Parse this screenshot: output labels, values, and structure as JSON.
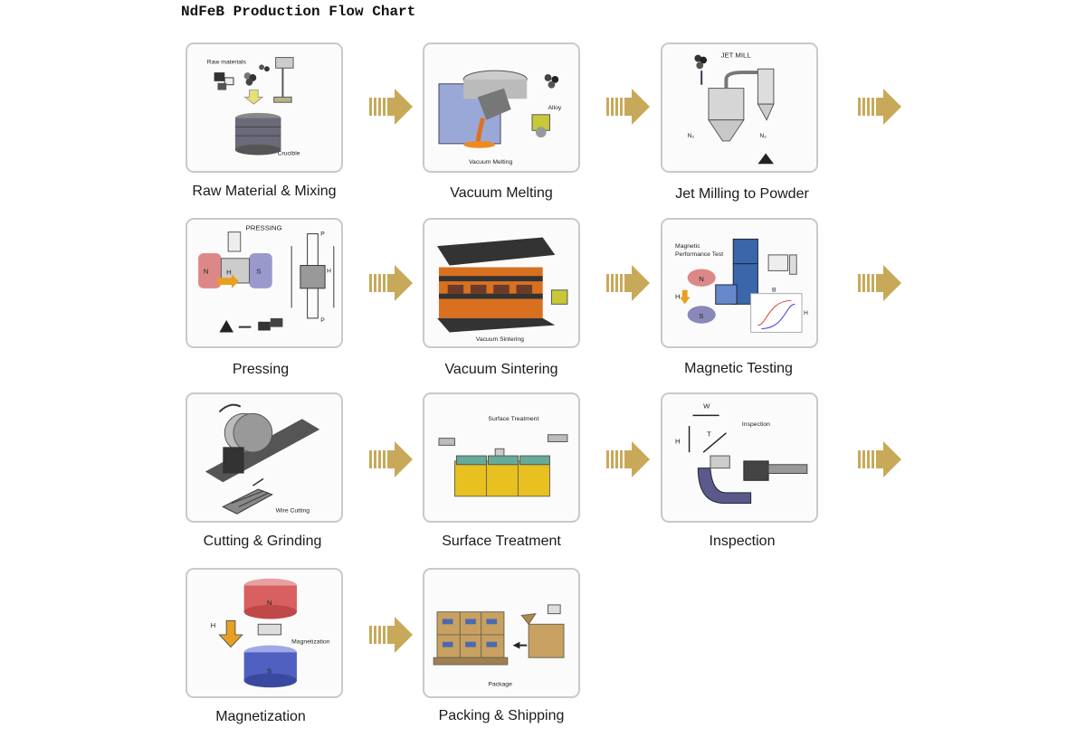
{
  "title": "NdFeB Production Flow Chart",
  "steps": [
    {
      "caption": "Raw Material & Mixing",
      "labels": [
        "Raw materials",
        "Crucible"
      ]
    },
    {
      "caption": "Vacuum Melting",
      "labels": [
        "Vacuum Melting",
        "Alloy"
      ]
    },
    {
      "caption": "Jet Milling to Powder",
      "labels": [
        "JET MILL",
        "N₂",
        "N₂"
      ]
    },
    {
      "caption": "Pressing",
      "labels": [
        "PRESSING",
        "N",
        "H",
        "S",
        "P",
        "P",
        "H"
      ]
    },
    {
      "caption": "Vacuum Sintering",
      "labels": [
        "Vacuum Sintering"
      ]
    },
    {
      "caption": "Magnetic Testing",
      "labels": [
        "Magnetic",
        "Performance Test",
        "N",
        "H",
        "S",
        "B",
        "H"
      ]
    },
    {
      "caption": "Cutting & Grinding",
      "labels": [
        "Wire Cutting"
      ]
    },
    {
      "caption": "Surface Treatment",
      "labels": [
        "Surface Treatment"
      ]
    },
    {
      "caption": "Inspection",
      "labels": [
        "W",
        "T",
        "H",
        "Inspection"
      ]
    },
    {
      "caption": "Magnetization",
      "labels": [
        "N",
        "H",
        "Magnetization",
        "S"
      ]
    },
    {
      "caption": "Packing & Shipping",
      "labels": [
        "Package"
      ]
    }
  ],
  "colors": {
    "arrow": "#c8a95a",
    "card_border": "#c9c9c9"
  }
}
